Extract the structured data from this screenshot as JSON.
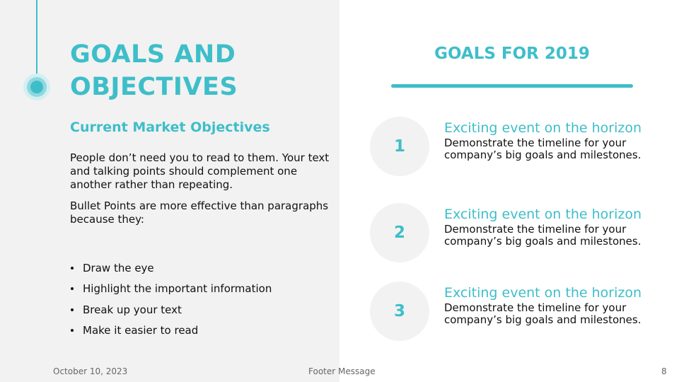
{
  "slide": {
    "title": "GOALS AND OBJECTIVES",
    "subtitle": "Current Market Objectives",
    "paragraph_1": "People don’t need you to read to them. Your text and talking points should complement one another rather than repeating.",
    "paragraph_2": "Bullet Points are more effective than paragraphs because they:",
    "bullets": [
      "Draw the eye",
      "Highlight the important information",
      "Break up your text",
      "Make it easier to read"
    ]
  },
  "goals_panel": {
    "title": "GOALS FOR 2019",
    "goals": [
      {
        "number": "1",
        "heading": "Exciting event on the horizon",
        "text": "Demonstrate the timeline for your company’s big goals and milestones."
      },
      {
        "number": "2",
        "heading": "Exciting event on the horizon",
        "text": "Demonstrate the timeline for your company’s big goals and milestones."
      },
      {
        "number": "3",
        "heading": "Exciting event on the horizon",
        "text": "Demonstrate the timeline for your company’s big goals and milestones."
      }
    ]
  },
  "footer": {
    "date": "October 10, 2023",
    "message": "Footer Message",
    "page_number": "8"
  },
  "colors": {
    "accent": "#3ebec9",
    "left_panel_bg": "#f2f2f2",
    "circle_bg": "#f2f2f2",
    "body_text": "#111111",
    "footer_text": "#666666"
  },
  "icons": {
    "decoration": "target-rings-icon"
  }
}
